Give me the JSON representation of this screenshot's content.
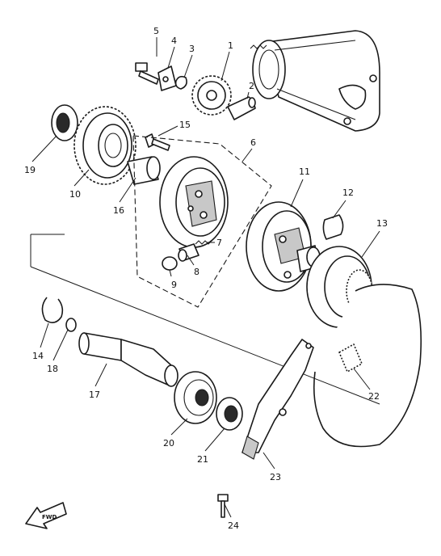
{
  "callouts": {
    "c1": "1",
    "c2": "2",
    "c3": "3",
    "c4": "4",
    "c5": "5",
    "c6": "6",
    "c7": "7",
    "c8": "8",
    "c9": "9",
    "c10": "10",
    "c11": "11",
    "c12": "12",
    "c13": "13",
    "c14": "14",
    "c15": "15",
    "c16": "16",
    "c17": "17",
    "c18": "18",
    "c19": "19",
    "c20": "20",
    "c21": "21",
    "c22": "22",
    "c23": "23",
    "c24": "24"
  },
  "fwd_label": "FWD",
  "colors": {
    "ink": "#1a1a1a",
    "paper": "#ffffff"
  }
}
